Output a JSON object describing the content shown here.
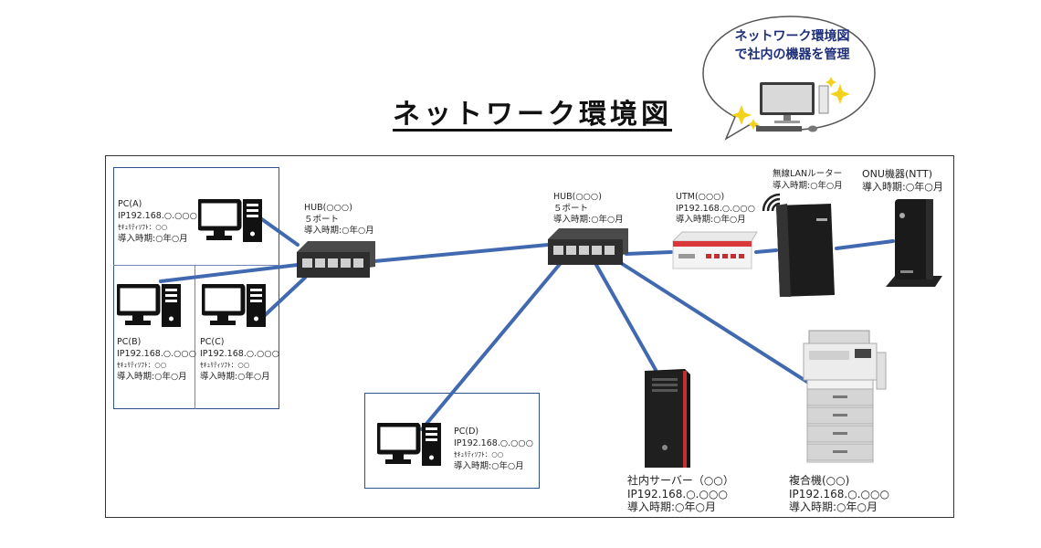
{
  "title": "ネットワーク環境図",
  "bubble": {
    "line1": "ネットワーク環境図",
    "line2": "で社内の機器を管理"
  },
  "colors": {
    "link": "#4169b0",
    "box_border": "#2f4f8f",
    "bubble_text": "#1f2f7a"
  },
  "pcs": [
    {
      "name": "PC(A)",
      "ip": "IP192.168.○.○○○",
      "security": "ｾｷｭﾘﾃｨｿﾌﾄ：○○",
      "date": "導入時期:○年○月"
    },
    {
      "name": "PC(B)",
      "ip": "IP192.168.○.○○○",
      "security": "ｾｷｭﾘﾃｨｿﾌﾄ：○○",
      "date": "導入時期:○年○月"
    },
    {
      "name": "PC(C)",
      "ip": "IP192.168.○.○○○",
      "security": "ｾｷｭﾘﾃｨｿﾌﾄ：○○",
      "date": "導入時期:○年○月"
    },
    {
      "name": "PC(D)",
      "ip": "IP192.168.○.○○○",
      "security": "ｾｷｭﾘﾃｨｿﾌﾄ：○○",
      "date": "導入時期:○年○月"
    }
  ],
  "hub1": {
    "name": "HUB(○○○)",
    "ports": "５ポート",
    "date": "導入時期:○年○月"
  },
  "hub2": {
    "name": "HUB(○○○)",
    "ports": "５ポート",
    "date": "導入時期:○年○月"
  },
  "utm": {
    "name": "UTM(○○○)",
    "ip": "IP192.168.○.○○○",
    "date": "導入時期:○年○月"
  },
  "router": {
    "name": "無線LANルーター",
    "date": "導入時期:○年○月"
  },
  "onu": {
    "name": "ONU機器(NTT)",
    "date": "導入時期:○年○月"
  },
  "server": {
    "name": "社内サーバー（○○）",
    "ip": "IP192.168.○.○○○",
    "date": "導入時期:○年○月"
  },
  "mfp": {
    "name": "複合機(○○)",
    "ip": "IP192.168.○.○○○",
    "date": "導入時期:○年○月"
  }
}
